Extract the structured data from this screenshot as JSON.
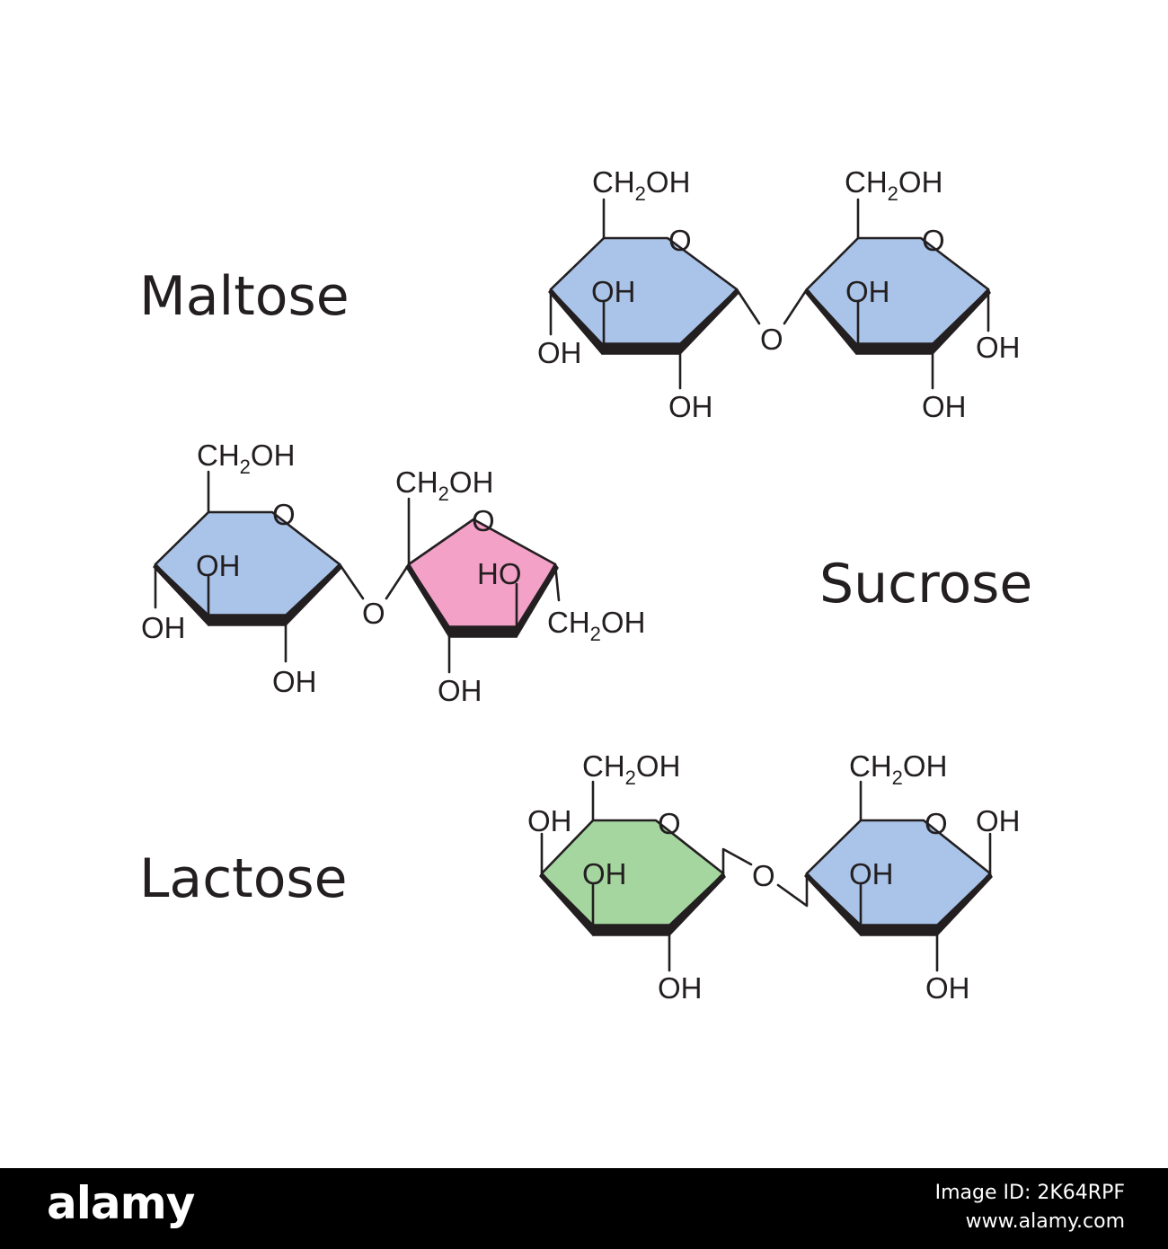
{
  "molecules": {
    "maltose": {
      "name": "Maltose",
      "ring1": {
        "ch2oh_c": "CH",
        "ch2oh_sub": "2",
        "ch2oh_end": "OH",
        "ring_o": "O",
        "oh_inner": "OH",
        "oh_left": "OH",
        "oh_bottom": "OH"
      },
      "link_o": "O",
      "ring2": {
        "ch2oh_c": "CH",
        "ch2oh_sub": "2",
        "ch2oh_end": "OH",
        "ring_o": "O",
        "oh_inner": "OH",
        "oh_right": "OH",
        "oh_bottom": "OH"
      },
      "ring1_color": "#a9c4e8",
      "ring2_color": "#a9c4e8"
    },
    "sucrose": {
      "name": "Sucrose",
      "glucose": {
        "ch2oh_c": "CH",
        "ch2oh_sub": "2",
        "ch2oh_end": "OH",
        "ring_o": "O",
        "oh_inner": "OH",
        "oh_left": "OH",
        "oh_bottom": "OH"
      },
      "link_o": "O",
      "fructose": {
        "ch2oh_top_c": "CH",
        "ch2oh_top_sub": "2",
        "ch2oh_top_end": "OH",
        "ring_o": "O",
        "ho_inner": "HO",
        "ch2oh_right_c": "CH",
        "ch2oh_right_sub": "2",
        "ch2oh_right_end": "OH",
        "oh_bottom": "OH"
      },
      "glucose_color": "#a9c4e8",
      "fructose_color": "#f3a1c7"
    },
    "lactose": {
      "name": "Lactose",
      "galactose": {
        "ch2oh_c": "CH",
        "ch2oh_sub": "2",
        "ch2oh_end": "OH",
        "ring_o": "O",
        "oh_upper_left": "OH",
        "oh_inner": "OH",
        "oh_bottom": "OH"
      },
      "link_o": "O",
      "glucose": {
        "ch2oh_c": "CH",
        "ch2oh_sub": "2",
        "ch2oh_end": "OH",
        "ring_o": "O",
        "oh_upper_right": "OH",
        "oh_inner": "OH",
        "oh_bottom": "OH"
      },
      "galactose_color": "#a5d6a0",
      "glucose_color": "#a9c4e8"
    }
  },
  "footer": {
    "logo": "alamy",
    "image_id": "Image ID: 2K64RPF",
    "site": "www.alamy.com"
  }
}
